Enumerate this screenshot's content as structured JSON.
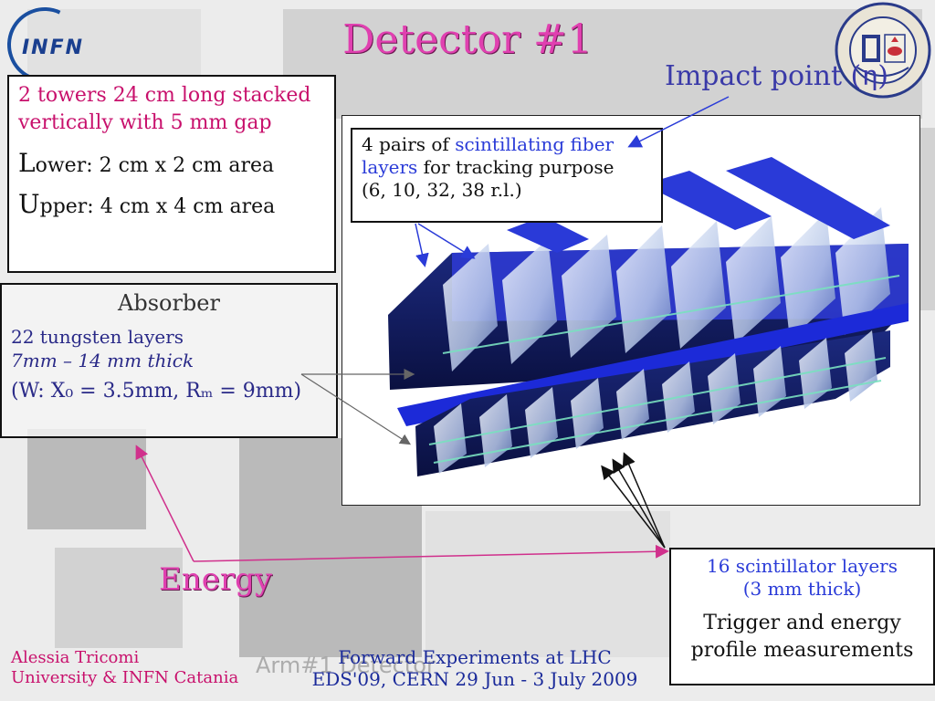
{
  "slide": {
    "title": "Detector #1",
    "logo_text": "INFN",
    "impact_label": "Impact point (η)",
    "towers": {
      "line1": "2 towers 24 cm long stacked vertically with 5 mm gap",
      "lower_cap": "L",
      "lower_rest": "ower: 2 cm x 2 cm area",
      "upper_cap": "U",
      "upper_rest": "pper: 4 cm x 4 cm area"
    },
    "absorber": {
      "heading": "Absorber",
      "layers": "22 tungsten layers",
      "thickness": "7mm – 14 mm thick",
      "material": "(W: X₀ = 3.5mm,  Rₘ = 9mm)"
    },
    "fiber": {
      "pre": "4 pairs of ",
      "highlight1": "scintillating fiber",
      "highlight2": "layers",
      "post": " for tracking purpose",
      "line3": "(6, 10, 32, 38 r.l.)"
    },
    "energy_label": "Energy",
    "scintillator": {
      "line1": "16 scintillator layers",
      "line2": "(3 mm thick)",
      "line3": "Trigger and energy",
      "line4": "profile measurements"
    },
    "author": {
      "name": "Alessia Tricomi",
      "affiliation": "University & INFN Catania"
    },
    "conference": {
      "line1": "Forward Experiments at LHC",
      "line2": "EDS'09, CERN 29 Jun - 3 July 2009"
    },
    "background_caption": "Arm#1 Detector"
  },
  "colors": {
    "title": "#e040b0",
    "author": "#c8106c",
    "blue_text": "#2a3bd8",
    "detector_blue": "#1c2ad8",
    "arrow_pink": "#d0308c",
    "arrow_blue": "#2a3bd8"
  }
}
